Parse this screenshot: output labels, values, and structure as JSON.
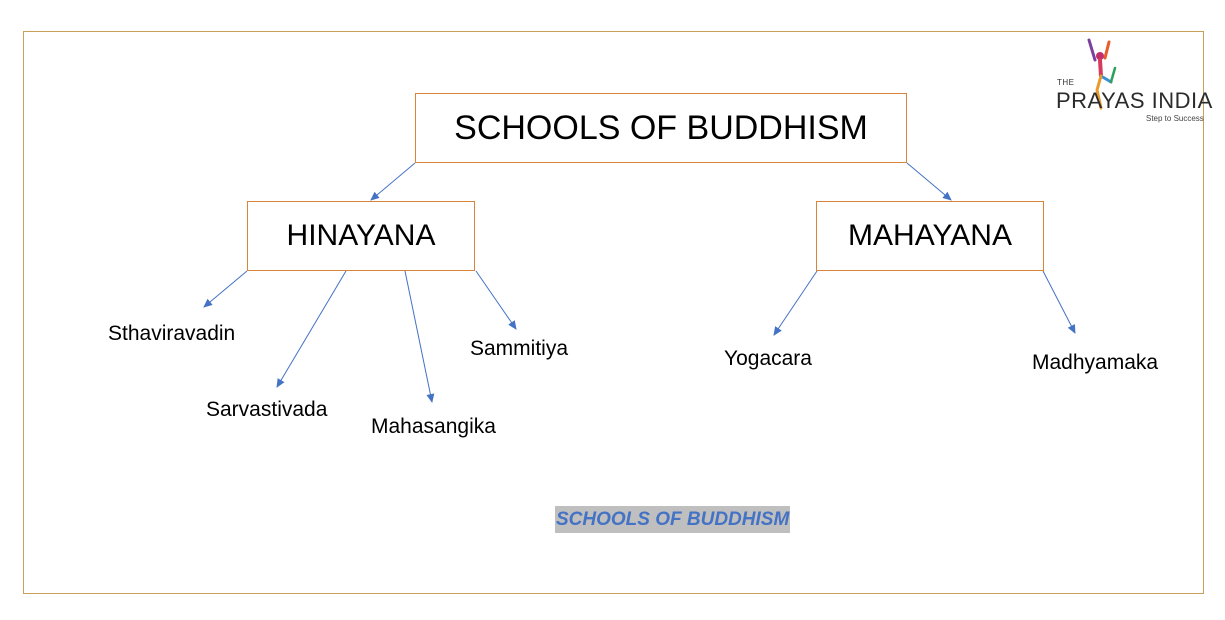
{
  "diagram": {
    "root": "SCHOOLS OF BUDDHISM",
    "branches": [
      {
        "label": "HINAYANA",
        "schools": [
          "Sthaviravadin",
          "Sarvastivada",
          "Mahasangika",
          "Sammitiya"
        ]
      },
      {
        "label": "MAHAYANA",
        "schools": [
          "Yogacara",
          "Madhyamaka"
        ]
      }
    ]
  },
  "caption": "SCHOOLS OF BUDDHISM",
  "logo": {
    "the": "THE",
    "name": "PRAYAS INDIA",
    "tagline": "Step to Success"
  },
  "colors": {
    "box_border": "#d8843a",
    "arrow": "#4472c4",
    "caption_text": "#4472c4",
    "caption_highlight": "#bfbfbf",
    "frame_border": "#c8a05a"
  }
}
